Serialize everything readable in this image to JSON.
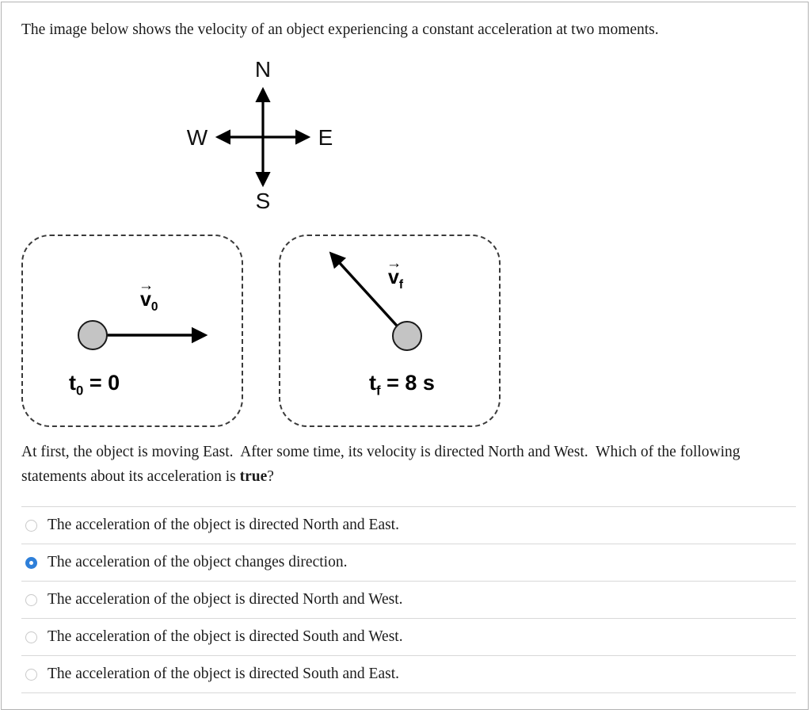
{
  "page": {
    "intro": "The image below shows the velocity of an object experiencing a constant acceleration at two moments.",
    "question_before_bold": "At first, the object is moving East.  After some time, its velocity is directed North and West.  Which of the following statements about its acceleration is ",
    "question_bold": "true",
    "question_after_bold": "?"
  },
  "compass": {
    "north": "N",
    "south": "S",
    "west": "W",
    "east": "E"
  },
  "icons": {
    "vector_arrow": "→"
  },
  "diagram": {
    "initial": {
      "vector_letter": "v",
      "vector_sub": "0",
      "t_letter": "t",
      "t_sub": "0",
      "t_rest": " = 0"
    },
    "final": {
      "vector_letter": "v",
      "vector_sub": "f",
      "t_letter": "t",
      "t_sub": "f",
      "t_rest": " = 8 s"
    }
  },
  "options": [
    {
      "label": "The acceleration of the object is directed North and East.",
      "selected": false
    },
    {
      "label": "The acceleration of the object changes direction.",
      "selected": true
    },
    {
      "label": "The acceleration of the object is directed North and West.",
      "selected": false
    },
    {
      "label": "The acceleration of the object is directed South and West.",
      "selected": false
    },
    {
      "label": "The acceleration of the object is directed South and East.",
      "selected": false
    }
  ],
  "colors": {
    "radio_selected": "#2e7fd9",
    "radio_unselected_border": "#c9c9c9"
  }
}
